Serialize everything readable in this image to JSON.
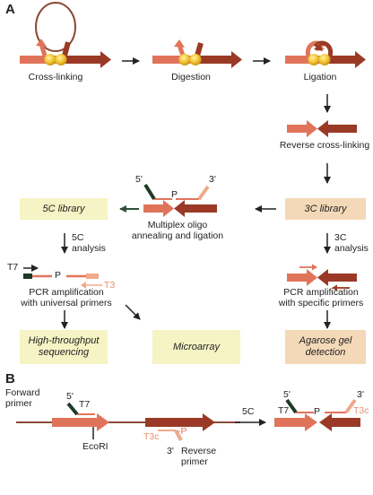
{
  "panels": {
    "a": "A",
    "b": "B"
  },
  "steps": {
    "cross_linking": "Cross-linking",
    "digestion": "Digestion",
    "ligation": "Ligation",
    "reverse_cross_linking": "Reverse cross-linking"
  },
  "libraries": {
    "five_c": "5C library",
    "three_c": "3C library"
  },
  "multiplex": {
    "line1": "Multiplex oligo",
    "line2": "annealing and ligation"
  },
  "analysis": {
    "five_c": [
      "5C",
      "analysis"
    ],
    "three_c": [
      "3C",
      "analysis"
    ]
  },
  "pcr_universal": [
    "PCR amplification",
    "with universal primers"
  ],
  "pcr_specific": [
    "PCR amplification",
    "with specific primers"
  ],
  "outputs": {
    "sequencing": [
      "High-throughput",
      "sequencing"
    ],
    "microarray": "Microarray",
    "gel": [
      "Agarose gel",
      "detection"
    ]
  },
  "oligo_labels": {
    "five_prime": "5'",
    "three_prime": "3'",
    "p": "P",
    "t7": "T7",
    "t3": "T3",
    "t3c": "T3c",
    "minus_p": "-P"
  },
  "panel_b": {
    "forward_primer": [
      "Forward",
      "primer"
    ],
    "reverse_primer": [
      "Reverse",
      "primer"
    ],
    "ecori": "EcoRI",
    "five_c_arrow": "5C"
  },
  "colors": {
    "light_red": "#e0745a",
    "dark_red": "#9a3a26",
    "pale": "#f0a98a",
    "dark_green": "#1f3a28",
    "brown_line": "#8a4a36",
    "yellow_box": "#f6f3c4",
    "peach_box": "#f4d9b8"
  }
}
